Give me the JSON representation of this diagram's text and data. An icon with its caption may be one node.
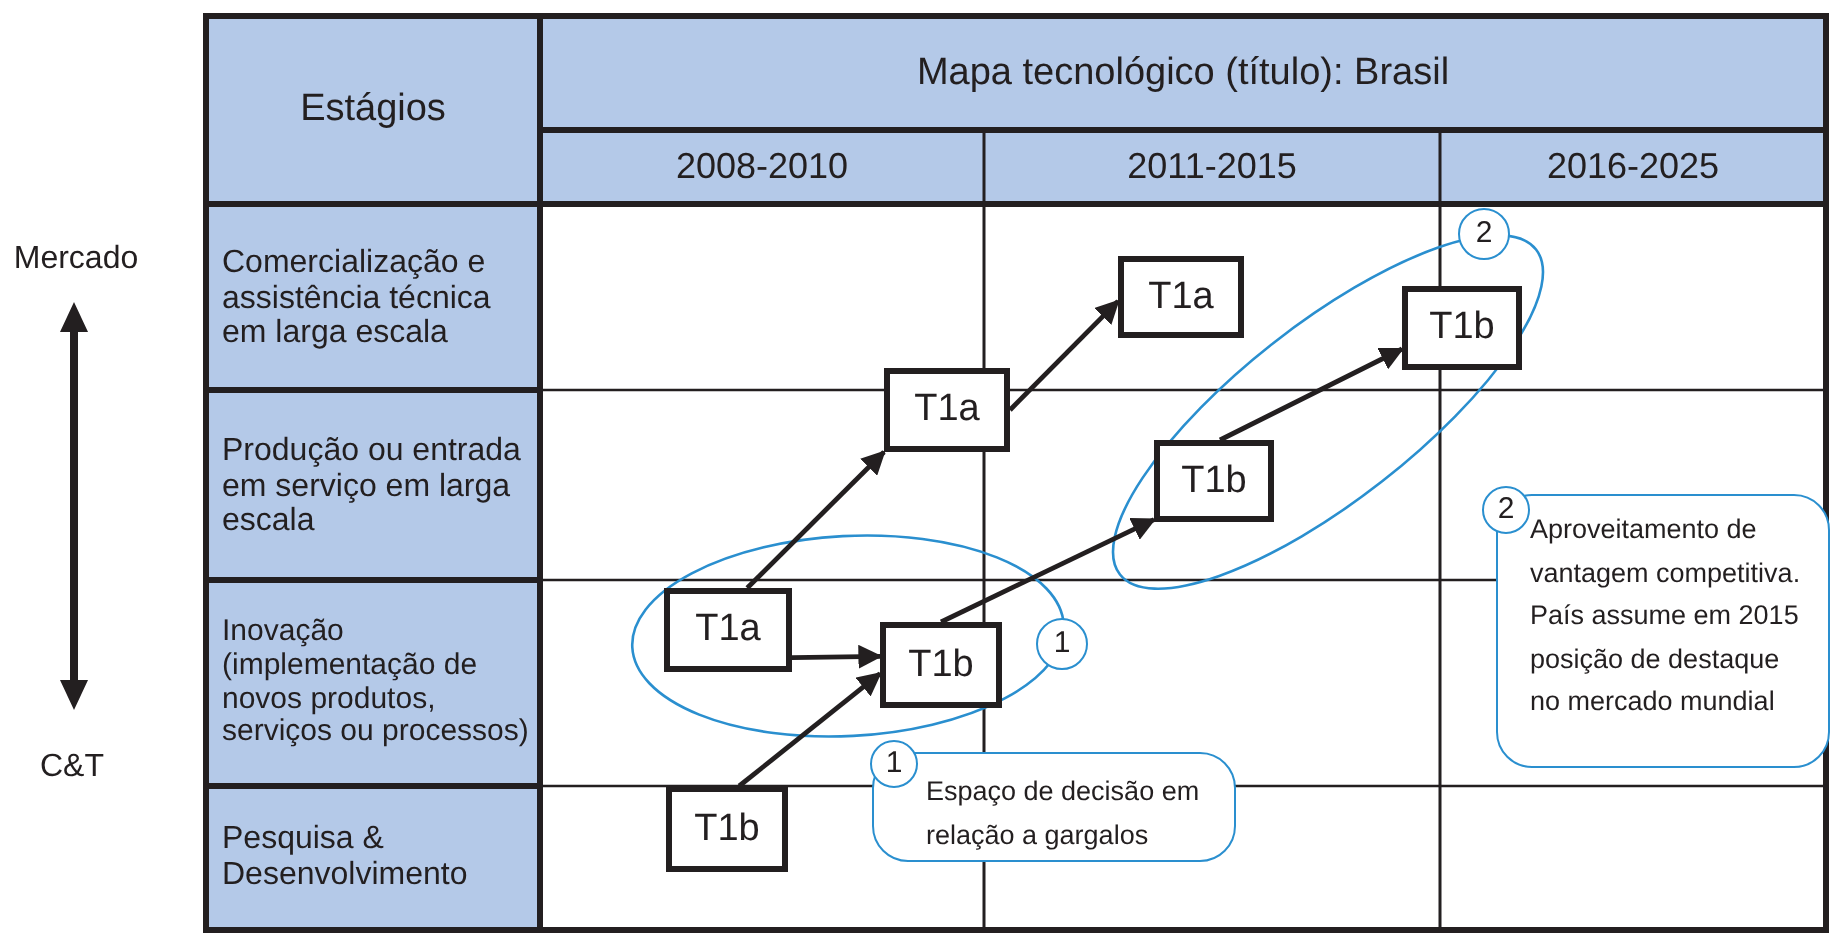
{
  "diagram": {
    "nodes": [
      {
        "text": [
          "T1a"
        ]
      },
      {
        "text": [
          "T1a"
        ]
      },
      {
        "text": [
          "T1b"
        ]
      },
      {
        "text": [
          "T1b"
        ]
      },
      {
        "text": [
          "T1a"
        ]
      },
      {
        "text": [
          "T1b"
        ]
      },
      {
        "text": [
          "T1b"
        ]
      },
      {
        "text": [
          "1",
          "Espaço de decisão em relação a gargalos"
        ]
      },
      {
        "text": [
          "2",
          "Aproveitamento de vantagem competitiva. País assume em 2015 posição de destaque no mercado mundial"
        ]
      }
    ],
    "edges": [
      {
        "from": 4,
        "to": 0,
        "arrow": "to"
      },
      {
        "from": 0,
        "to": 1,
        "arrow": "to"
      },
      {
        "from": 4,
        "to": 5,
        "arrow": "to"
      },
      {
        "from": 6,
        "to": 5,
        "arrow": "to"
      },
      {
        "from": 5,
        "to": 3,
        "arrow": "to"
      },
      {
        "from": 3,
        "to": 2,
        "arrow": "to"
      }
    ],
    "labels": [
      "Estágios",
      "Mapa tecnológico (título): Brasil",
      "2008-2010",
      "2011-2015",
      "2016-2025",
      "Mercado",
      "Comercialização e assistência técnica em larga escala",
      "2",
      "Produção ou entrada em serviço em larga escala",
      "Inovação (implementação de novos produtos, serviços ou processos)",
      "1",
      "C&T",
      "Pesquisa & Desenvolvimento"
    ]
  }
}
